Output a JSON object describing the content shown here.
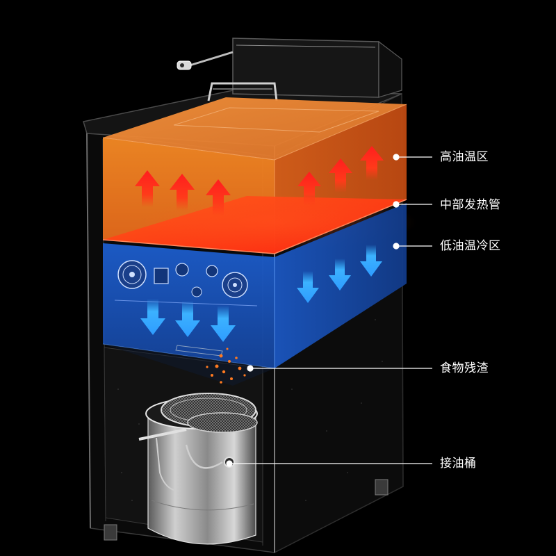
{
  "labels": {
    "high_temp_zone": "高油温区",
    "heating_tube": "中部发热管",
    "low_temp_zone": "低油温冷区",
    "food_residue": "食物残渣",
    "oil_bucket": "接油桶"
  },
  "colors": {
    "background": "#000000",
    "hot_zone": "#f07a1a",
    "heating_layer": "#ff3a10",
    "cold_zone": "#1a5fd0",
    "hot_arrow": "#ff2a1a",
    "cold_arrow": "#2fa8ff",
    "residue": "#ff7a20",
    "callout": "#ffffff"
  },
  "icons": {
    "hot_arrows": "arrow-up-icon",
    "cold_arrows": "arrow-down-icon"
  }
}
